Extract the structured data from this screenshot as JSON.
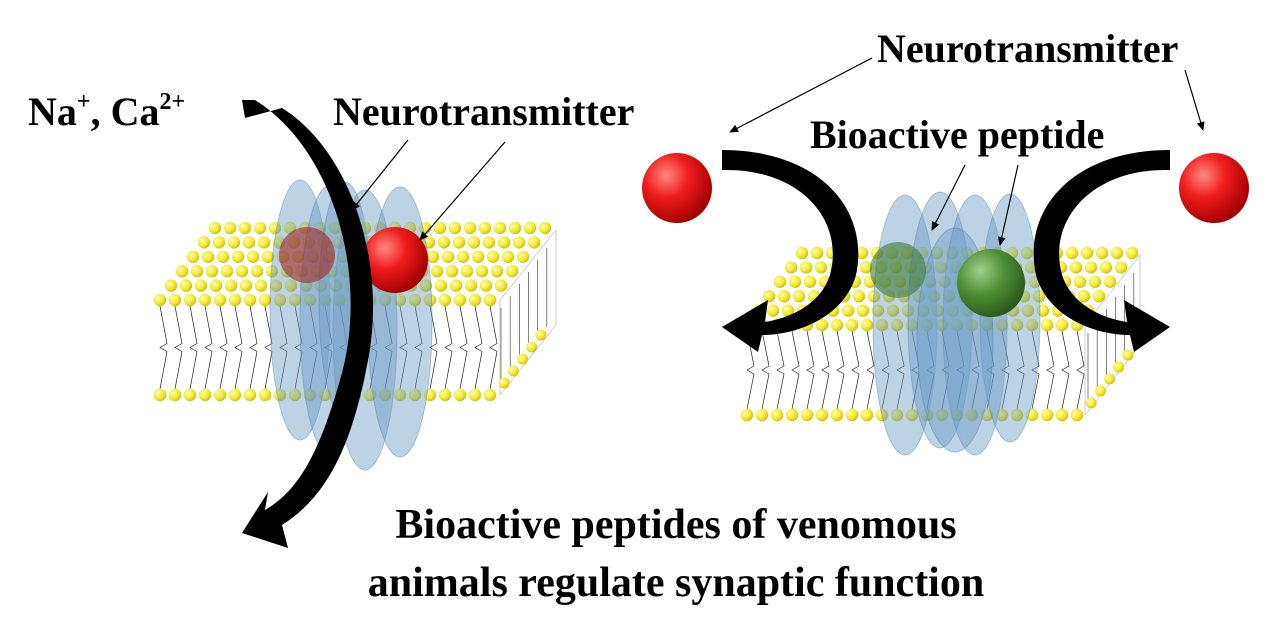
{
  "labels": {
    "ions_main": "Na",
    "ions_na_charge": "+",
    "ions_sep": ", Ca",
    "ions_ca_charge": "2+",
    "neurotransmitter_left": "Neurotransmitter",
    "neurotransmitter_right": "Neurotransmitter",
    "bioactive_peptide": "Bioactive peptide"
  },
  "caption": {
    "line1": "Bioactive peptides of venomous",
    "line2": "animals regulate synaptic function"
  },
  "colors": {
    "lipid_head": "#f6ee3c",
    "channel_blue": "#6a9cc6",
    "neurotransmitter_red": "#e8101a",
    "peptide_green": "#4f8f34",
    "arrow": "#000000"
  }
}
